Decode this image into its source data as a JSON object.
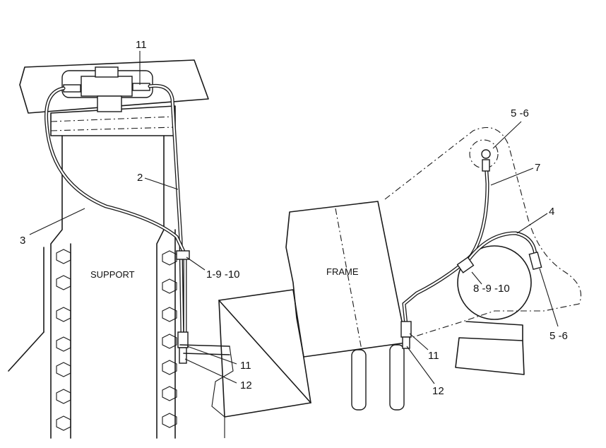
{
  "labels": {
    "support": "SUPPORT",
    "frame": "FRAME"
  },
  "callouts_left": {
    "c11_top": "11",
    "c2": "2",
    "c3": "3",
    "c1_9_10": "1-9 -10",
    "c11_bottom": "11",
    "c12": "12"
  },
  "callouts_right": {
    "c5_6_top": "5 -6",
    "c7": "7",
    "c4": "4",
    "c8_9_10": "8 -9 -10",
    "c5_6_bottom": "5 -6",
    "c11": "11",
    "c12": "12"
  },
  "colors": {
    "ink": "#1a1a1a",
    "paper": "#ffffff"
  }
}
